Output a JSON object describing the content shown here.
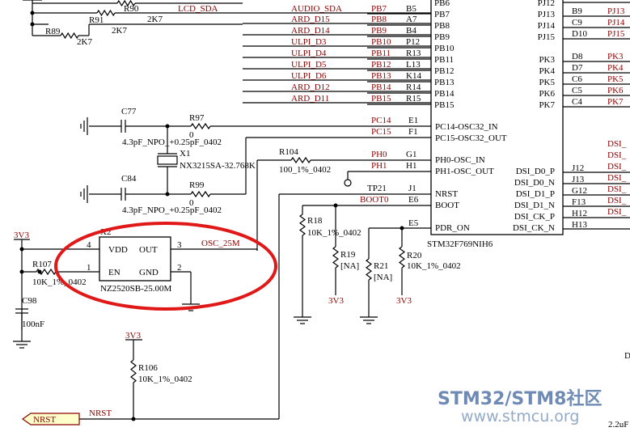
{
  "left_nets": [
    {
      "name": "LCD_SDA",
      "pin": "PB7",
      "ball": "B5",
      "color": "red"
    },
    {
      "name": "AUDIO_SDA",
      "pin": "PB7",
      "ball": "B5",
      "color": "red"
    },
    {
      "name": "ARD_D15",
      "pin": "PB8",
      "ball": "A7",
      "color": "red"
    },
    {
      "name": "ARD_D14",
      "pin": "PB9",
      "ball": "B4",
      "color": "red"
    },
    {
      "name": "ULPI_D3",
      "pin": "PB10",
      "ball": "P12",
      "color": "red"
    },
    {
      "name": "ULPI_D4",
      "pin": "PB11",
      "ball": "R13",
      "color": "red"
    },
    {
      "name": "ULPI_D5",
      "pin": "PB12",
      "ball": "L13",
      "color": "red"
    },
    {
      "name": "ULPI_D6",
      "pin": "PB13",
      "ball": "K14",
      "color": "red"
    },
    {
      "name": "ARD_D12",
      "pin": "PB14",
      "ball": "R14",
      "color": "red"
    },
    {
      "name": "ARD_D11",
      "pin": "PB15",
      "ball": "R15",
      "color": "red"
    }
  ],
  "ic_left_pins": [
    "PB6",
    "PB7",
    "PB8",
    "PB9",
    "PB10",
    "PB11",
    "PB12",
    "PB13",
    "PB14",
    "PB15"
  ],
  "ic_right_pins": [
    "PJ12",
    "PJ13",
    "PJ14",
    "PJ15",
    "PK3",
    "PK4",
    "PK5",
    "PK6",
    "PK7"
  ],
  "right_balls": [
    "B9",
    "C9",
    "D10",
    "D8",
    "D7",
    "C6",
    "C5",
    "C4"
  ],
  "right_nets": [
    "PJ13",
    "PJ14",
    "PJ15",
    "PK3",
    "PK4",
    "PK5",
    "PK6",
    "PK7"
  ],
  "resistors": {
    "r90": {
      "ref": "R90",
      "value": "2K7"
    },
    "r91": {
      "ref": "R91",
      "value": "2K7"
    },
    "r89": {
      "ref": "R89",
      "value": "2K7"
    },
    "r97": {
      "ref": "R97",
      "value": "0"
    },
    "r99": {
      "ref": "R99",
      "value": "0"
    },
    "r104": {
      "ref": "R104",
      "value": "100_1%_0402"
    },
    "r107": {
      "ref": "R107",
      "value": "10K_1%_0402"
    },
    "r18": {
      "ref": "R18",
      "value": "10K_1%_0402"
    },
    "r19": {
      "ref": "R19",
      "value": "[NA]"
    },
    "r20": {
      "ref": "R20",
      "value": "10K_1%_0402"
    },
    "r21": {
      "ref": "R21",
      "value": "[NA]"
    },
    "r106": {
      "ref": "R106",
      "value": "10K_1%_0402"
    }
  },
  "caps": {
    "c77": {
      "ref": "C77",
      "value": "4.3pF_NPO_+0.25pF_0402"
    },
    "c84": {
      "ref": "C84",
      "value": "4.3pF_NPO_+0.25pF_0402"
    },
    "c98": {
      "ref": "C98",
      "value": "100nF"
    }
  },
  "crystal": {
    "ref": "X1",
    "part": "NX3215SA-32.768K"
  },
  "oscillator": {
    "ref": "X2",
    "part": "NZ2520SB-25.00M",
    "pin_vdd": "VDD",
    "pin_out": "OUT",
    "pin_en": "EN",
    "pin_gnd": "GND",
    "num_vdd": "4",
    "num_out": "3",
    "num_en": "1",
    "num_gnd": "2"
  },
  "nets": {
    "pc14": "PC14",
    "pc15": "PC15",
    "ph0": "PH0",
    "ph1": "PH1",
    "boot0": "BOOT0",
    "osc": "OSC_25M",
    "nrst_wire": "NRST",
    "nrst_port": "NRST",
    "tp21": "TP21",
    "v3_1": "3V3",
    "v3_2": "3V3",
    "v3_3": "3V3",
    "v3_4": "3V3"
  },
  "mcu": {
    "part": "STM32F769NIH6",
    "pc14_ball": "E1",
    "pc15_ball": "F1",
    "ph0_ball": "G1",
    "ph1_ball": "H1",
    "nrst_ball": "J1",
    "boot_ball": "E6",
    "pdr_ball": "E5",
    "pin_pc14": "PC14-OSC32_IN",
    "pin_pc15": "PC15-OSC32_OUT",
    "pin_ph0": "PH0-OSC_IN",
    "pin_ph1": "PH1-OSC_OUT",
    "pin_nrst": "NRST",
    "pin_boot": "BOOT",
    "pin_pdr": "PDR_ON"
  },
  "dsi": {
    "pins": [
      "DSI_D0_P",
      "DSI_D0_N",
      "DSI_D1_P",
      "DSI_D1_N",
      "DSI_CK_P",
      "DSI_CK_N"
    ],
    "balls": [
      "J12",
      "J13",
      "G12",
      "F13",
      "H12",
      "H13"
    ],
    "nets": [
      "DSI_",
      "DSI_",
      "DSI_",
      "DSI_",
      "DSI_",
      "DSI_",
      "DSI_"
    ]
  },
  "misc": {
    "edge_d": "D",
    "edge_cap": "2.2uF"
  },
  "watermark": {
    "brand": "STM32/STM8社区",
    "url": "www.stmcu.org"
  },
  "colors": {
    "wire": "#000000",
    "net": "#8b0000",
    "highlight": "#e01818",
    "watermark": "#6f8bb5"
  }
}
